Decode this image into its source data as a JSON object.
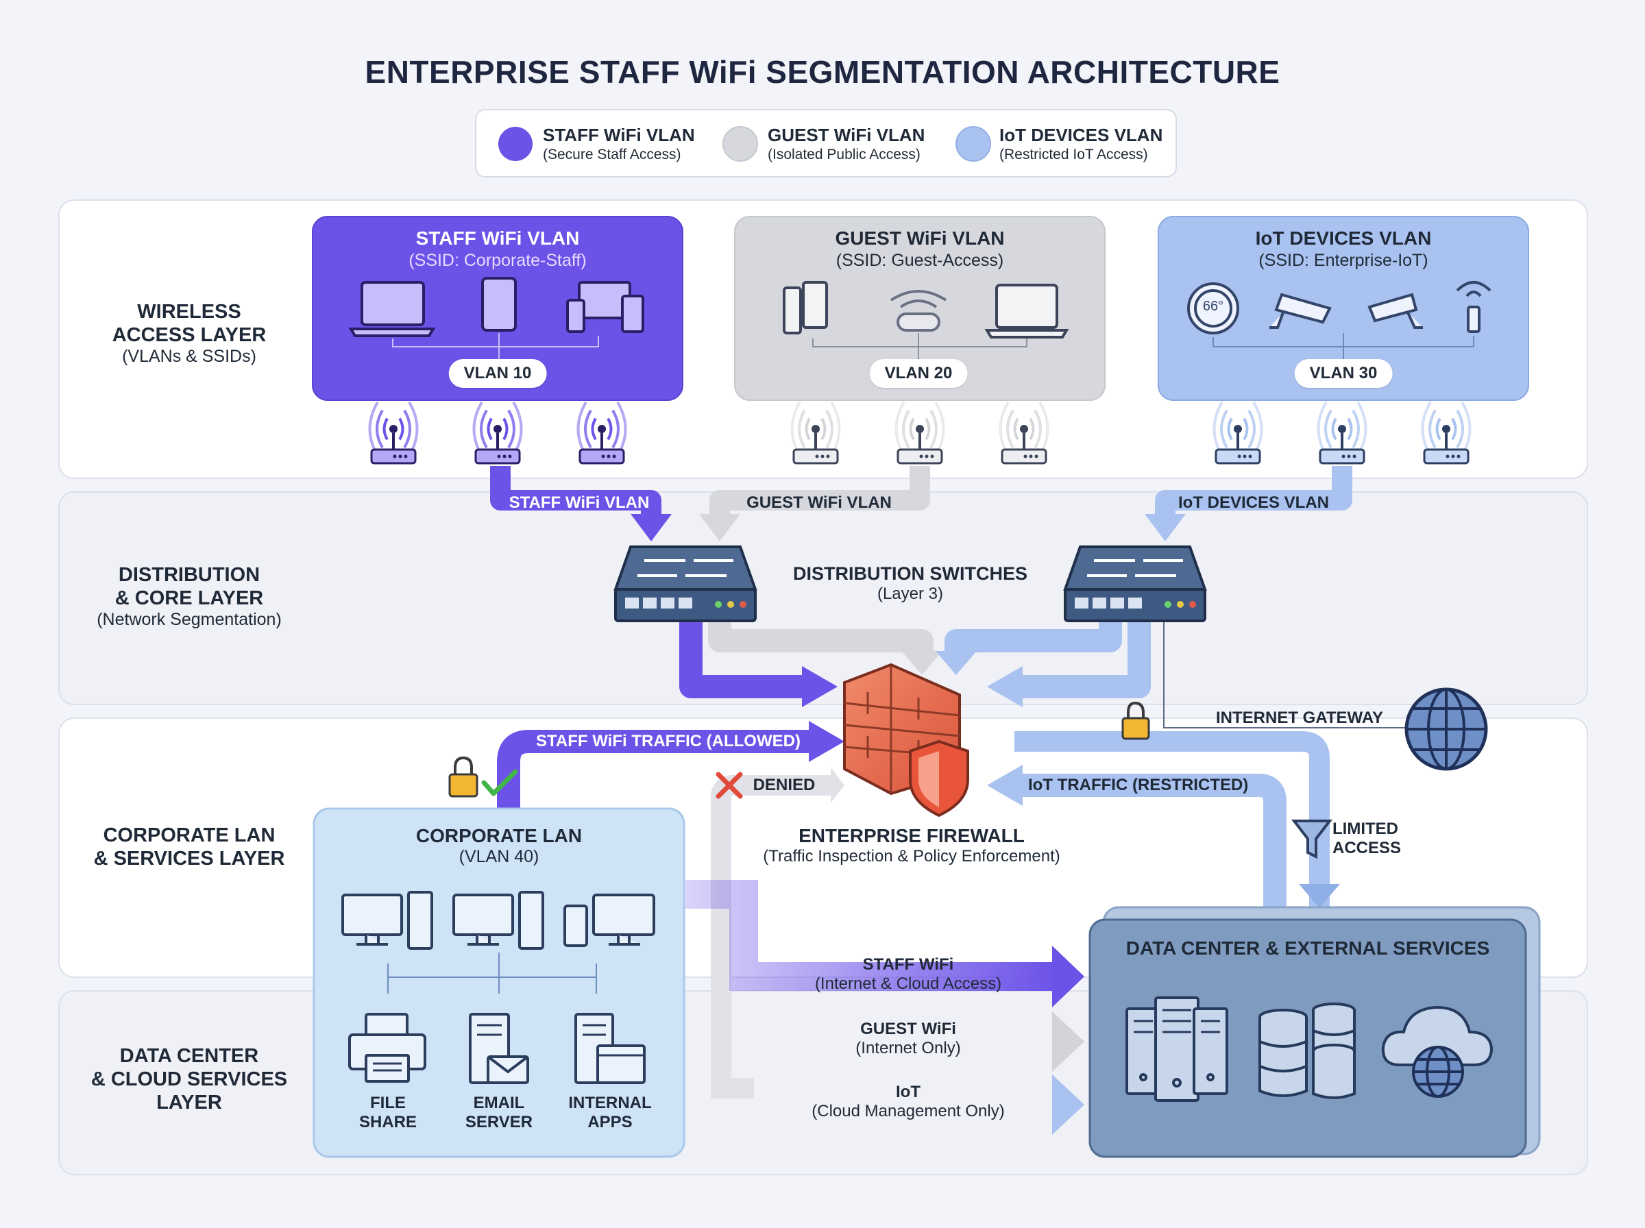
{
  "title": "ENTERPRISE STAFF WiFi SEGMENTATION ARCHITECTURE",
  "legend": [
    {
      "name": "STAFF WiFi VLAN",
      "desc": "(Secure Staff Access)",
      "color": "#6d52e8"
    },
    {
      "name": "GUEST WiFi VLAN",
      "desc": "(Isolated Public Access)",
      "color": "#d6d8de"
    },
    {
      "name": "IoT DEVICES VLAN",
      "desc": "(Restricted IoT Access)",
      "color": "#a9c2ef"
    }
  ],
  "layers": [
    {
      "name_lines": [
        "WIRELESS",
        "ACCESS LAYER"
      ],
      "sub": "(VLANs & SSIDs)"
    },
    {
      "name_lines": [
        "DISTRIBUTION",
        "& CORE LAYER"
      ],
      "sub": "(Network Segmentation)"
    },
    {
      "name_lines": [
        "CORPORATE LAN",
        "& SERVICES LAYER"
      ],
      "sub": ""
    },
    {
      "name_lines": [
        "DATA CENTER",
        "& CLOUD SERVICES",
        "LAYER"
      ],
      "sub": ""
    }
  ],
  "vlans": [
    {
      "title": "STAFF WiFi VLAN",
      "ssid": "(SSID: Corporate-Staff)",
      "tag": "VLAN 10",
      "color": "#6d52e8"
    },
    {
      "title": "GUEST WiFi VLAN",
      "ssid": "(SSID: Guest-Access)",
      "tag": "VLAN 20",
      "color": "#d4d5da"
    },
    {
      "title": "IoT DEVICES VLAN",
      "ssid": "(SSID: Enterprise-IoT)",
      "tag": "VLAN 30",
      "color": "#a9c2ef"
    }
  ],
  "thermostat_reading": "66°",
  "uplink_labels": {
    "staff": "STAFF WiFi VLAN",
    "guest": "GUEST WiFi VLAN",
    "iot": "IoT DEVICES VLAN"
  },
  "switches": {
    "title": "DISTRIBUTION SWITCHES",
    "sub": "(Layer 3)"
  },
  "firewall": {
    "title": "ENTERPRISE FIREWALL",
    "sub": "(Traffic Inspection & Policy Enforcement)"
  },
  "internet_gateway": "INTERNET GATEWAY",
  "policies": {
    "staff_allowed": "STAFF WiFi TRAFFIC (ALLOWED)",
    "denied": "DENIED",
    "iot_restricted": "IoT TRAFFIC (RESTRICTED)",
    "limited_access_lines": [
      "LIMITED",
      "ACCESS"
    ]
  },
  "corporate_lan": {
    "title": "CORPORATE LAN",
    "vlan": "(VLAN 40)",
    "services": [
      {
        "lines": [
          "FILE",
          "SHARE"
        ]
      },
      {
        "lines": [
          "EMAIL",
          "SERVER"
        ]
      },
      {
        "lines": [
          "INTERNAL",
          "APPS"
        ]
      }
    ]
  },
  "flows": [
    {
      "name": "STAFF WiFi",
      "desc": "(Internet & Cloud Access)"
    },
    {
      "name": "GUEST WiFi",
      "desc": "(Internet Only)"
    },
    {
      "name": "IoT",
      "desc": "(Cloud Management Only)"
    }
  ],
  "data_center": {
    "title": "DATA CENTER & EXTERNAL SERVICES"
  }
}
